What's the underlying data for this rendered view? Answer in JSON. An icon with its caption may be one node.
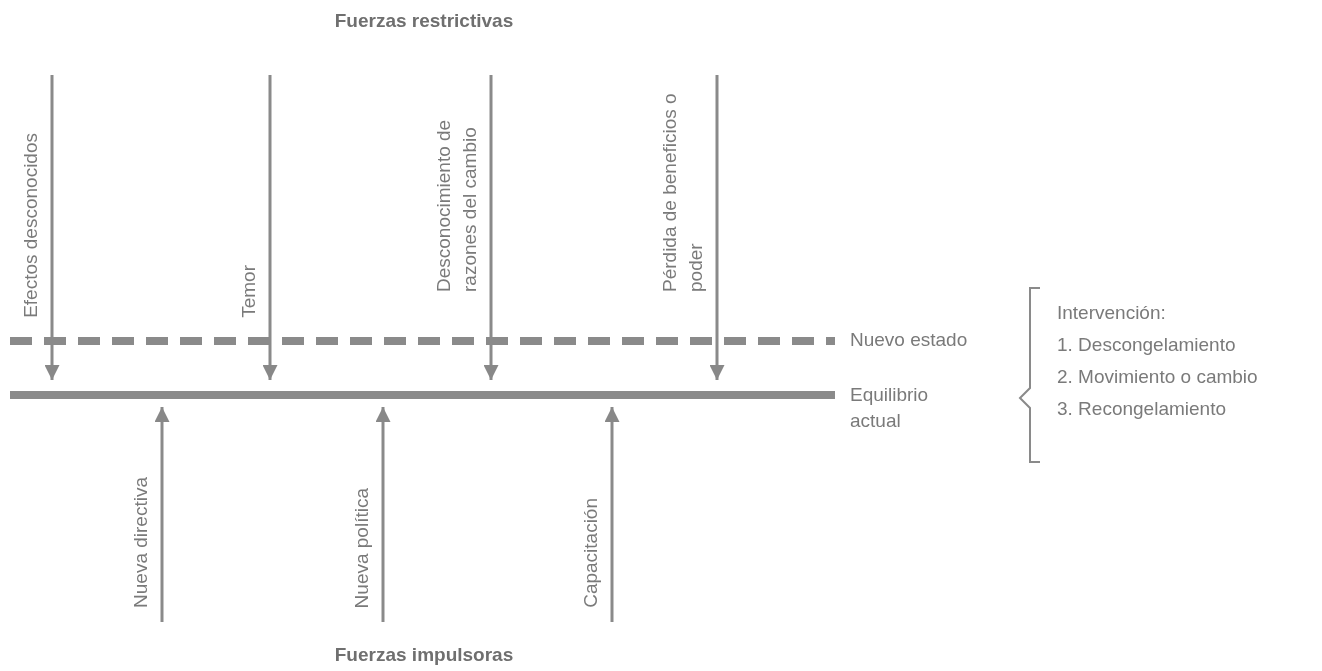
{
  "diagram": {
    "nodes": [
      {
        "text": [
          "Nuevo estado"
        ]
      },
      {
        "text": [
          "Equilibrio actual"
        ]
      }
    ],
    "edges": [
      {
        "from": null,
        "to": 1,
        "arrow": "to",
        "label": "Efectos desconocidos"
      },
      {
        "from": null,
        "to": 1,
        "arrow": "to",
        "label": "Temor"
      },
      {
        "from": null,
        "to": 1,
        "arrow": "to",
        "label": "Desconocimiento de razones del cambio"
      },
      {
        "from": null,
        "to": 1,
        "arrow": "to",
        "label": "Pérdida de beneficios o poder"
      },
      {
        "from": null,
        "to": 1,
        "arrow": "to",
        "label": "Nueva directiva"
      },
      {
        "from": null,
        "to": 1,
        "arrow": "to",
        "label": "Nueva política"
      },
      {
        "from": null,
        "to": 1,
        "arrow": "to",
        "label": "Capacitación"
      }
    ],
    "labels": [
      "Fuerzas restrictivas",
      "Fuerzas impulsoras",
      "Intervención:",
      "1. Descongelamiento",
      "2. Movimiento o cambio",
      "3. Recongelamiento"
    ]
  }
}
